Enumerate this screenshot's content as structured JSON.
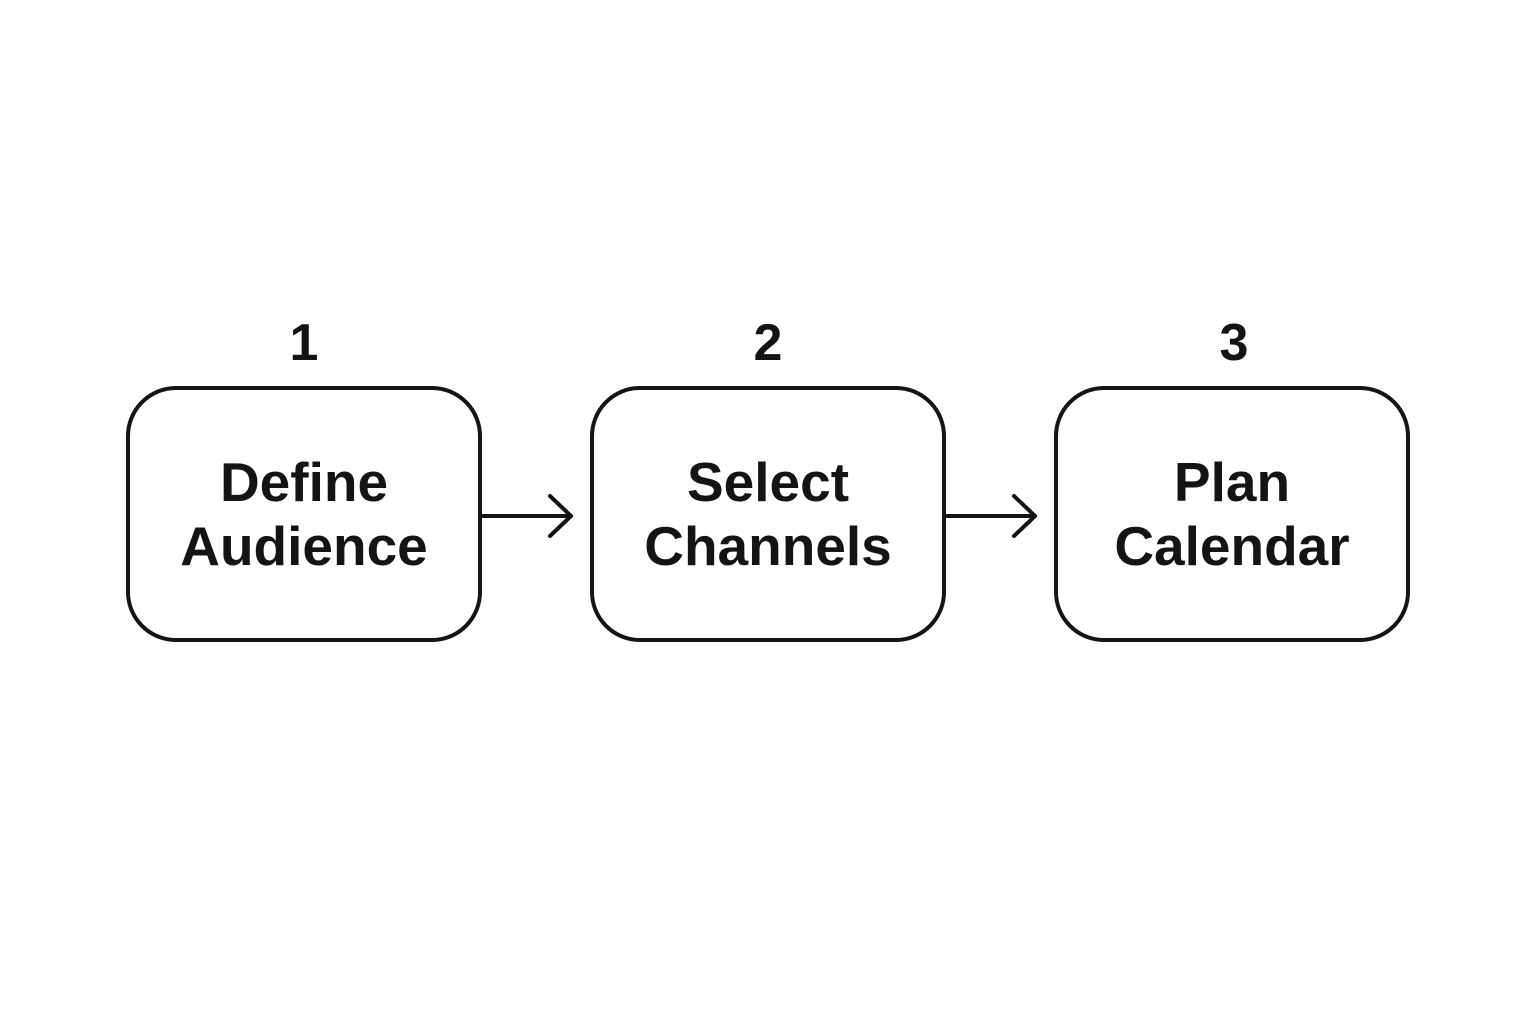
{
  "diagram": {
    "steps": [
      {
        "number": "1",
        "label_line_1": "Define",
        "label_line_2": "Audience"
      },
      {
        "number": "2",
        "label_line_1": "Select",
        "label_line_2": "Channels"
      },
      {
        "number": "3",
        "label_line_1": "Plan",
        "label_line_2": "Calendar"
      }
    ],
    "colors": {
      "stroke": "#141414",
      "text": "#141414",
      "background": "#ffffff"
    }
  }
}
